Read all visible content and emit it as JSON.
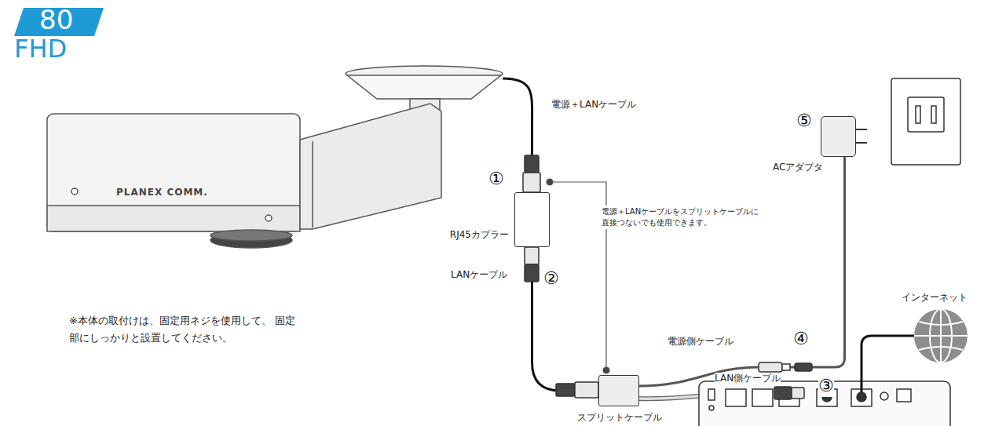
{
  "diagram": {
    "nodes": [
      {
        "text": [
          "PLANEX COMM."
        ]
      },
      {
        "text": [
          "RJ45カプラー"
        ]
      },
      {
        "text": [
          "スプリットケーブル"
        ]
      },
      {
        "text": [
          "ACアダプタ"
        ]
      }
    ],
    "edges": [
      {
        "from": 0,
        "to": 1,
        "arrow": "none",
        "label": "電源＋LANケーブル"
      },
      {
        "from": 1,
        "to": 2,
        "arrow": "none",
        "label": "LANケーブル"
      },
      {
        "from": 2,
        "to": 3,
        "arrow": "none",
        "label": "電源側ケーブル"
      }
    ],
    "labels": [
      "80",
      "FHD",
      "①",
      "②",
      "③",
      "④",
      "⑤",
      "電源＋LANケーブルをスプリットケーブルに 直接つないでも使用できます。",
      "LAN側ケーブル",
      "インターネット",
      "※本体の取付けは、固定用ネジを使用して、 固定部にしっかりと設置してください。"
    ]
  }
}
